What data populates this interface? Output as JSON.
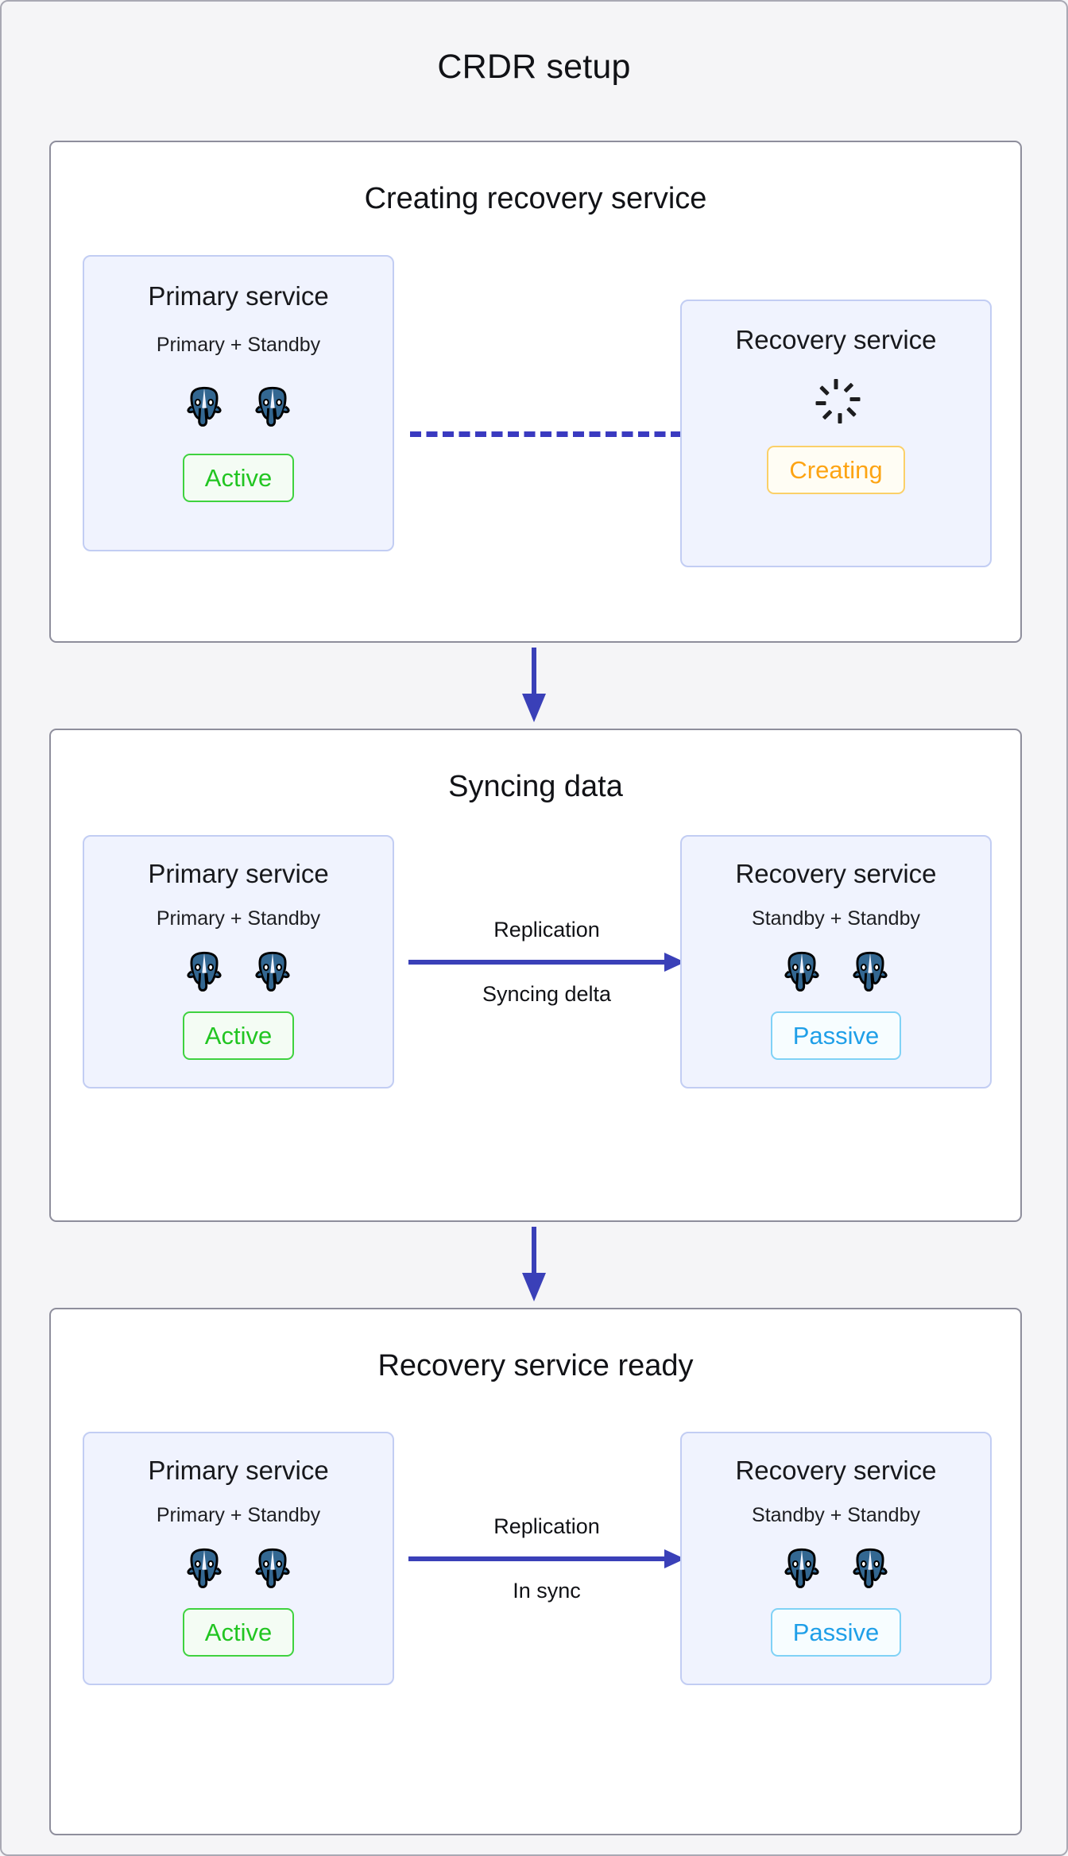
{
  "title": "CRDR setup",
  "colors": {
    "page_bg": "#f5f5f7",
    "panel_border": "#8e8e9c",
    "card_bg": "#f0f3fe",
    "card_border": "#c2cdf3",
    "arrow": "#3a40b8",
    "dashed_link": "#3a3ac0",
    "active": "#22c522",
    "passive": "#1f9fe8",
    "creating": "#fda413",
    "postgres": "#336791"
  },
  "stages": [
    {
      "title": "Creating recovery service",
      "left_service": {
        "name": "Primary service",
        "subtitle": "Primary + Standby",
        "nodes": [
          "postgres-icon",
          "postgres-icon"
        ],
        "status": "Active",
        "status_kind": "active"
      },
      "right_service": {
        "name": "Recovery service",
        "subtitle": "",
        "indicator": "loading-spinner-icon",
        "status": "Creating",
        "status_kind": "creating"
      },
      "connector": {
        "style": "dashed",
        "top_label": "",
        "bottom_label": ""
      }
    },
    {
      "title": "Syncing data",
      "left_service": {
        "name": "Primary service",
        "subtitle": "Primary + Standby",
        "nodes": [
          "postgres-icon",
          "postgres-icon"
        ],
        "status": "Active",
        "status_kind": "active"
      },
      "right_service": {
        "name": "Recovery service",
        "subtitle": "Standby + Standby",
        "nodes": [
          "postgres-icon",
          "postgres-icon"
        ],
        "status": "Passive",
        "status_kind": "passive"
      },
      "connector": {
        "style": "arrow",
        "top_label": "Replication",
        "bottom_label": "Syncing delta"
      }
    },
    {
      "title": "Recovery service ready",
      "left_service": {
        "name": "Primary service",
        "subtitle": "Primary + Standby",
        "nodes": [
          "postgres-icon",
          "postgres-icon"
        ],
        "status": "Active",
        "status_kind": "active"
      },
      "right_service": {
        "name": "Recovery service",
        "subtitle": "Standby + Standby",
        "nodes": [
          "postgres-icon",
          "postgres-icon"
        ],
        "status": "Passive",
        "status_kind": "passive"
      },
      "connector": {
        "style": "arrow",
        "top_label": "Replication",
        "bottom_label": "In sync"
      }
    }
  ],
  "flow_arrows": [
    "down-arrow-icon",
    "down-arrow-icon"
  ]
}
